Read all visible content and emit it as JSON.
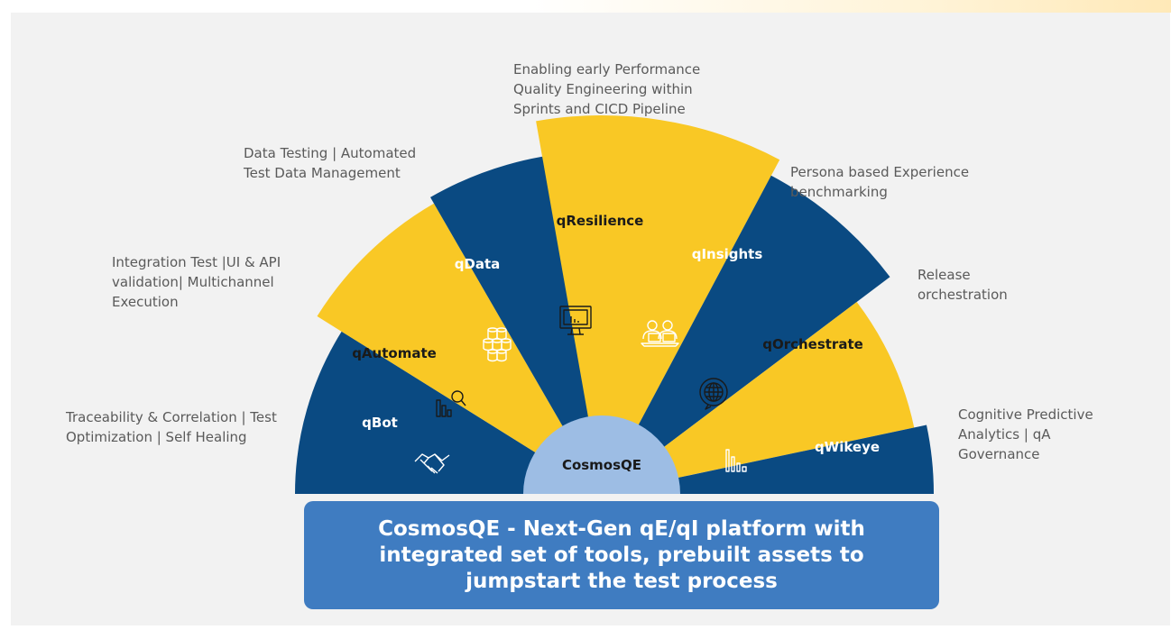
{
  "hub": {
    "label": "CosmosQE"
  },
  "segments": [
    {
      "name": "qBot",
      "color": "#0a4a82",
      "text_color": "#ffffff",
      "icon": "handshake-icon",
      "description": [
        "Traceability & Correlation | Test",
        "Optimization | Self Healing"
      ]
    },
    {
      "name": "qAutomate",
      "color": "#f9c825",
      "text_color": "#1a1a1a",
      "icon": "chart-search-icon",
      "description": [
        "Integration Test |UI & API",
        "validation| Multichannel",
        "Execution"
      ]
    },
    {
      "name": "qData",
      "color": "#0a4a82",
      "text_color": "#ffffff",
      "icon": "database-stack-icon",
      "description": [
        "Data Testing | Automated",
        "Test Data Management"
      ]
    },
    {
      "name": "qResilience",
      "color": "#f9c825",
      "text_color": "#1a1a1a",
      "icon": "monitor-chart-icon",
      "description": [
        "Enabling early Performance",
        "Quality Engineering within",
        "Sprints and CICD Pipeline"
      ]
    },
    {
      "name": "qInsights",
      "color": "#0a4a82",
      "text_color": "#ffffff",
      "icon": "users-laptop-icon",
      "description": [
        "Persona based Experience",
        "benchmarking"
      ]
    },
    {
      "name": "qOrchestrate",
      "color": "#f9c825",
      "text_color": "#1a1a1a",
      "icon": "globe-network-icon",
      "description": [
        "Release",
        "orchestration"
      ]
    },
    {
      "name": "qWikeye",
      "color": "#0a4a82",
      "text_color": "#ffffff",
      "icon": "bar-chart-icon",
      "description": [
        "Cognitive Predictive",
        "Analytics | qA",
        "Governance"
      ]
    }
  ],
  "banner": {
    "text": "CosmosQE - Next-Gen qE/qI platform with\nintegrated set of tools, prebuilt assets to\njumpstart the test process"
  },
  "colors": {
    "navy": "#0a4a82",
    "yellow": "#f9c825",
    "hub": "#9dbde4",
    "banner": "#3f7cc1",
    "background": "#f2f2f2"
  }
}
